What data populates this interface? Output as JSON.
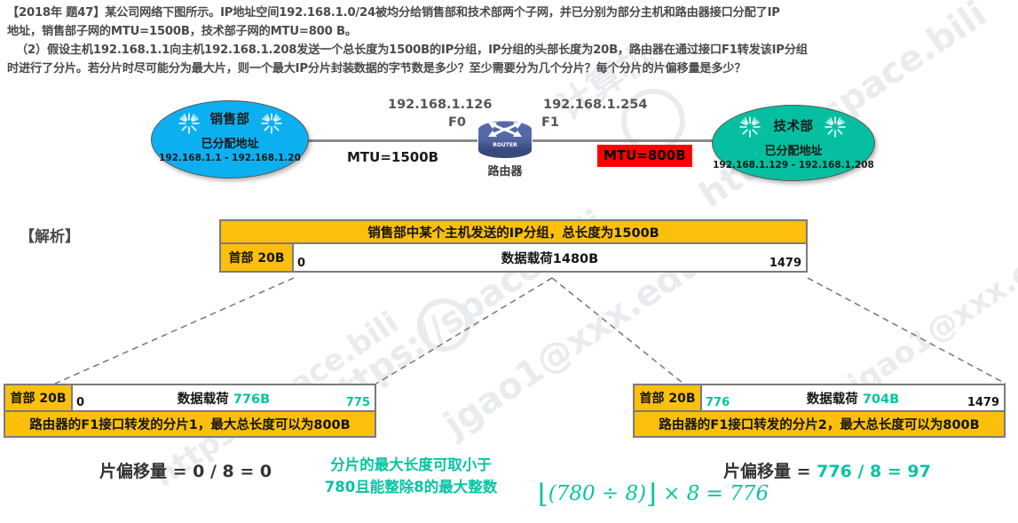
{
  "question": {
    "line1": "【2018年 题47】某公司网络下图所示。IP地址空间192.168.1.0/24被均分给销售部和技术部两个子网，并已分别为部分主机和路由器接口分配了IP",
    "line2": "地址，销售部子网的MTU=1500B，技术部子网的MTU=800 B。",
    "line3": "（2）假设主机192.168.1.1向主机192.168.1.208发送一个总长度为1500B的IP分组，IP分组的头部长度为20B，路由器在通过接口F1转发该IP分组",
    "line4": "时进行了分片。若分片时尽可能分为最大片，则一个最大IP分片封装数据的字节数是多少？至少需要分为几个分片？每个分片的片偏移量是多少？"
  },
  "network": {
    "sales": {
      "title": "销售部",
      "subtitle": "已分配地址",
      "range": "192.168.1.1 - 192.168.1.20",
      "color": "#0CB0F0"
    },
    "tech": {
      "title": "技术部",
      "subtitle": "已分配地址",
      "range": "192.168.1.129 - 192.168.1.208",
      "color": "#05BFA0"
    },
    "router": {
      "label": "路由器",
      "badge": "ROUTER",
      "color": "#5568A8"
    },
    "interfaces": {
      "f0_ip": "192.168.1.126",
      "f0_name": "F0",
      "f1_ip": "192.168.1.254",
      "f1_name": "F1"
    },
    "mtu_left": "MTU=1500B",
    "mtu_right": "MTU=800B",
    "mtu_right_bg": "#FF0000"
  },
  "analysis": {
    "label": "【解析】"
  },
  "packet_main": {
    "caption": "销售部中某个主机发送的IP分组，总长度为1500B",
    "header": "首部 20B",
    "payload": "数据载荷1480B",
    "index_start": "0",
    "index_end": "1479"
  },
  "fragment1": {
    "header": "首部 20B",
    "payload_prefix": "数据载荷 ",
    "payload_value": "776B",
    "index_start": "0",
    "index_end": "775",
    "caption": "路由器的F1接口转发的分片1，最大总长度可以为800B",
    "offset_formula": "片偏移量 = 0 / 8 = 0"
  },
  "fragment2": {
    "header": "首部 20B",
    "payload_prefix": "数据载荷 ",
    "payload_value": "704B",
    "index_start": "776",
    "index_end": "1479",
    "caption": "路由器的F1接口转发的分片2，最大总长度可以为800B",
    "offset_label": "片偏移量 = ",
    "offset_a": "776",
    "offset_slash": " / ",
    "offset_b": "8 = 97"
  },
  "note": {
    "line1": "分片的最大长度可取小于",
    "line2": "780且能整除8的最大整数",
    "math": "(780 ÷ 8)",
    "math_tail": "× 8 = 776"
  },
  "watermarks": {
    "w1": "空间",
    "w2": "计算机",
    "w3": "大",
    "w4": "学",
    "w5": "https://space.bili",
    "w6": "jgao1@xxx.edu.cn"
  },
  "colors": {
    "orange": "#FBBF0C",
    "teal": "#06C4A4",
    "blue": "#0CB0F0",
    "green": "#05BFA0",
    "red": "#FF0000",
    "border": "#7b7b7b"
  }
}
